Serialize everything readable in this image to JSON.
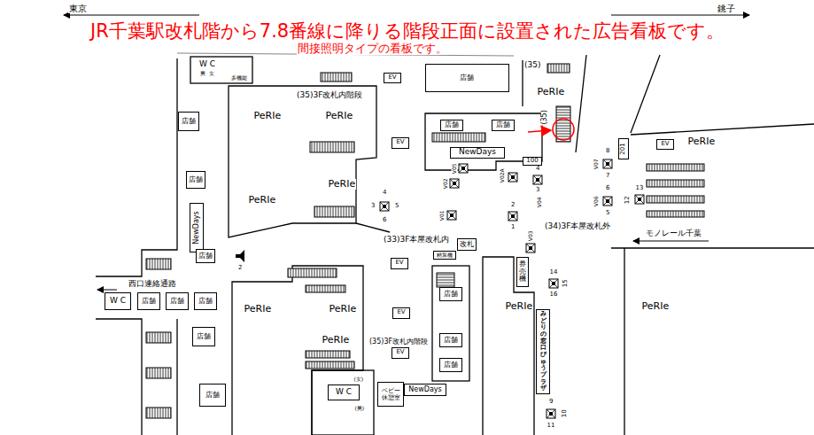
{
  "diagram": {
    "title": "JR千葉駅改札階から7.8番線に降りる階段正面に設置された広告看板です。",
    "nodes": [
      {
        "text": [
          "店舗"
        ]
      },
      {
        "text": [
          "EV"
        ]
      },
      {
        "text": [
          "店舗"
        ]
      },
      {
        "text": [
          "店舗"
        ]
      },
      {
        "text": [
          "EV"
        ]
      },
      {
        "text": [
          "NewDays"
        ]
      },
      {
        "text": [
          "100"
        ]
      },
      {
        "text": [
          "201"
        ]
      },
      {
        "text": [
          "EV"
        ]
      },
      {
        "text": [
          "店舗"
        ]
      },
      {
        "text": [
          "店舗"
        ]
      },
      {
        "text": [
          "NewDays"
        ]
      },
      {
        "text": [
          "店舗"
        ]
      },
      {
        "text": [
          "改札"
        ]
      },
      {
        "text": [
          "精算機"
        ]
      },
      {
        "text": [
          "EV"
        ]
      },
      {
        "text": [
          "券売機"
        ]
      },
      {
        "text": [
          "W C"
        ]
      },
      {
        "text": [
          "店舗"
        ]
      },
      {
        "text": [
          "店舗"
        ]
      },
      {
        "text": [
          "店舗"
        ]
      },
      {
        "text": [
          "店舗"
        ]
      },
      {
        "text": [
          "店舗"
        ]
      },
      {
        "text": [
          "EV"
        ]
      },
      {
        "text": [
          "店舗"
        ]
      },
      {
        "text": [
          "店舗"
        ]
      },
      {
        "text": [
          "店舗"
        ]
      },
      {
        "text": [
          "EV"
        ]
      },
      {
        "text": [
          "W C"
        ]
      },
      {
        "text": [
          "ベビー 休憩室"
        ]
      },
      {
        "text": [
          "NewDays"
        ]
      },
      {
        "text": [
          "みどりの窓口びゅうプラザ"
        ]
      }
    ],
    "labels": [
      "間接照明タイプの看板です。",
      "東京",
      "銚子",
      "W C",
      "男",
      "女",
      "多機能",
      "PeRIe",
      "PeRIe",
      "PeRIe",
      "PeRIe",
      "PeRIe",
      "PeRIe",
      "PeRIe",
      "PeRIe",
      "PeRIe",
      "PeRIe",
      "PeRIe",
      "(35)3F改札内階段",
      "(35)",
      "(35)",
      "(33)3F本屋改札内",
      "(34)3F本屋改札外",
      "モノレール千葉",
      "西口連絡通路",
      "(35)3F改札内階段",
      "(女)",
      "(男)",
      "4",
      "3",
      "5",
      "6",
      "V05",
      "V02",
      "V01",
      "V02A",
      "2",
      "1",
      "4",
      "3",
      "V04",
      "V03",
      "8",
      "7",
      "V07",
      "6",
      "5",
      "V06",
      "13",
      "12",
      "2",
      "14",
      "15",
      "16",
      "9",
      "10",
      "11"
    ]
  }
}
